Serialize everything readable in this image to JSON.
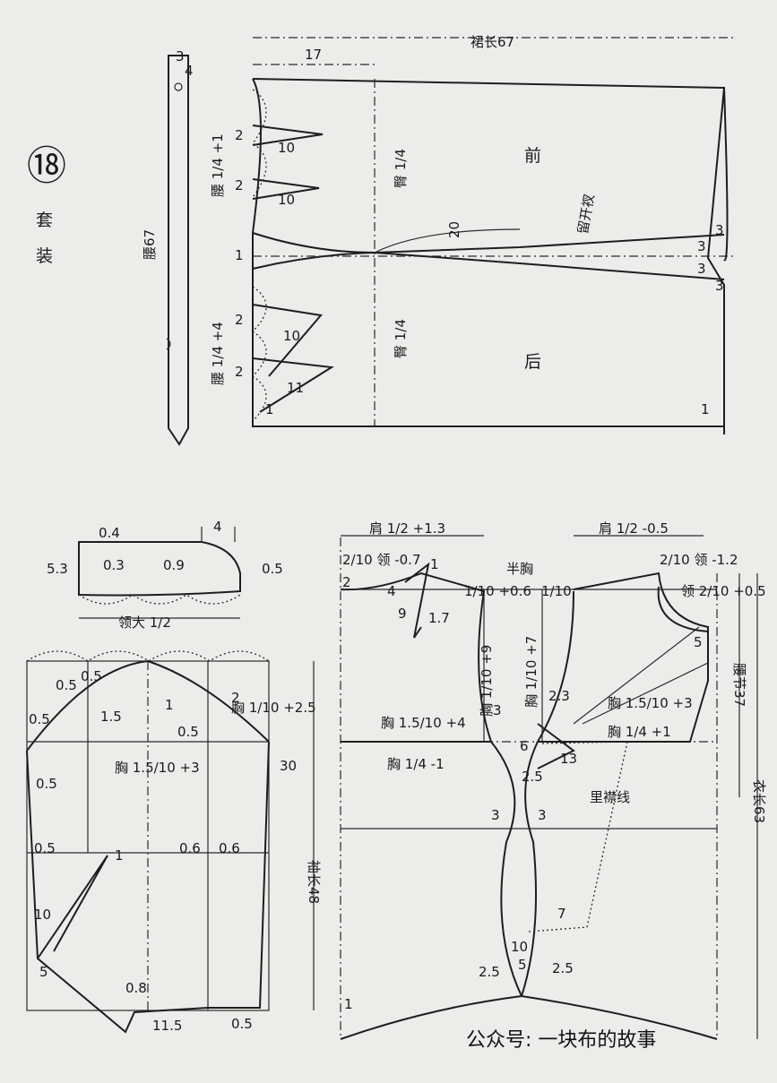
{
  "panel": {
    "number": "⑱",
    "title_chars": [
      "套",
      "装"
    ]
  },
  "skirt": {
    "length": "裙长67",
    "top_offset": "17",
    "waistband_length": "腰67",
    "band_small": [
      "3",
      "4"
    ],
    "front": "前",
    "back": "后",
    "front_waist": "腰 1/4 +1",
    "back_waist": "腰 1/4 +4",
    "front_hip": "臀 1/4",
    "back_hip": "臀 1/4",
    "vent": "留开衩",
    "dart_values": [
      "2",
      "10",
      "2",
      "10",
      "2",
      "10",
      "2",
      "11"
    ],
    "misc": [
      "20",
      "1",
      "1",
      "3",
      "3",
      "3",
      "3",
      "1"
    ]
  },
  "collar": {
    "top": "0.4",
    "width": "4",
    "height": "5.3",
    "a": "0.3",
    "b": "0.9",
    "tip": "0.5",
    "bottom": "领大 1/2"
  },
  "sleeve": {
    "length": "袖长48",
    "cap": "30",
    "chest_formula": "胸 1.5/10 +3",
    "front_formula": "胸 1/10 +2.5",
    "nums": [
      "0.5",
      "0.5",
      "0.5",
      "1.5",
      "1",
      "2",
      "0.5",
      "0.5",
      "0.5",
      "1",
      "0.6",
      "0.6",
      "10",
      "5",
      "0.8",
      "11.5",
      "0.5"
    ]
  },
  "jacket": {
    "back_shoulder": "肩 1/2 +1.3",
    "front_shoulder": "肩 1/2 -0.5",
    "back_neck": "2/10 领 -0.7",
    "front_neck": "2/10 领 -1.2",
    "front_neck_depth": "领 2/10 +0.5",
    "half_chest": "半胸",
    "back_armhole": "1/10 +0.6",
    "front_armhole": "1/10",
    "back_width": "胸 1/10 +9",
    "front_width": "胸 1/10 +7",
    "back_chest": "胸 1.5/10 +4",
    "front_chest": "胸 1.5/10 +3",
    "back_side": "胸 1/4 -1",
    "front_side": "胸 1/4 +1",
    "waist_length": "腰节37",
    "body_length": "衣长63",
    "lining": "里襟线",
    "nums": [
      "2",
      "4",
      "1",
      "9",
      "1.7",
      "3",
      "6",
      "13",
      "2.3",
      "2.5",
      "5",
      "3",
      "3",
      "7",
      "10",
      "5",
      "2.5",
      "2.5",
      "1"
    ]
  },
  "watermark": "公众号: 一块布的故事"
}
